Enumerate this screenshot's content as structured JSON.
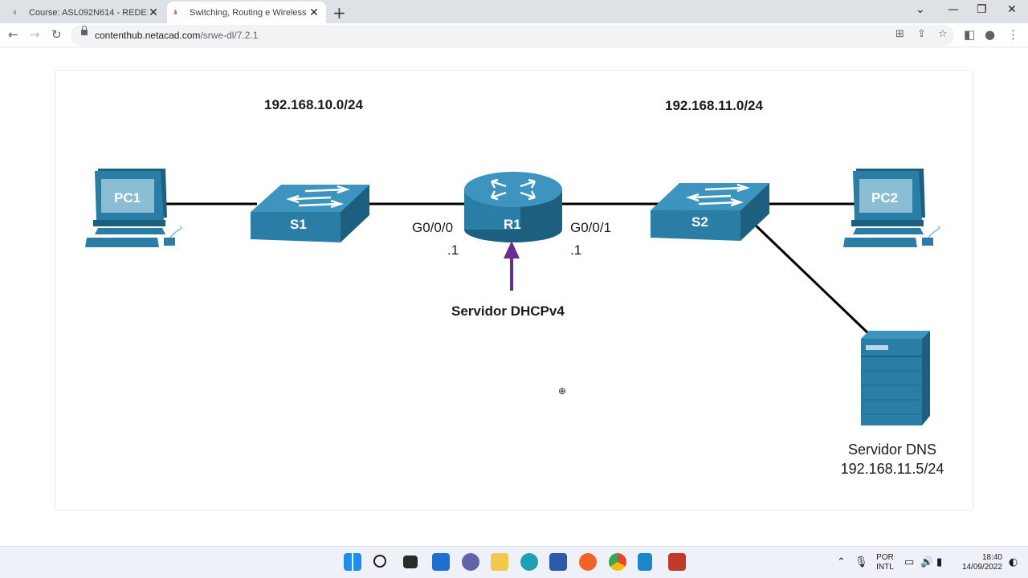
{
  "browser": {
    "tabs": [
      {
        "title": "Course: ASL092N614 - REDES DE",
        "favicon": "cisco-icon",
        "active": false
      },
      {
        "title": "Switching, Routing e Wireless Es",
        "favicon": "cisco-icon",
        "active": true
      }
    ],
    "new_tab_symbol": "+",
    "url_host": "contenthub.netacad.com",
    "url_path": "/srwe-dl/7.2.1"
  },
  "diagram": {
    "network_left": "192.168.10.0/24",
    "network_right": "192.168.11.0/24",
    "pc1": "PC1",
    "pc2": "PC2",
    "s1": "S1",
    "s2": "S2",
    "r1": "R1",
    "if_left": "G0/0/0",
    "if_right": "G0/0/1",
    "ip_left": ".1",
    "ip_right": ".1",
    "dhcp_label": "Servidor DHCPv4",
    "dns_name": "Servidor DNS",
    "dns_ip": "192.168.11.5/24",
    "colors": {
      "device_blue": "#2a7ea6",
      "device_dark": "#1d5f7e",
      "arrow_purple": "#6a2c91",
      "link": "#000000"
    }
  },
  "taskbar": {
    "lang_top": "POR",
    "lang_bottom": "INTL",
    "time": "18:40",
    "date": "14/09/2022"
  }
}
